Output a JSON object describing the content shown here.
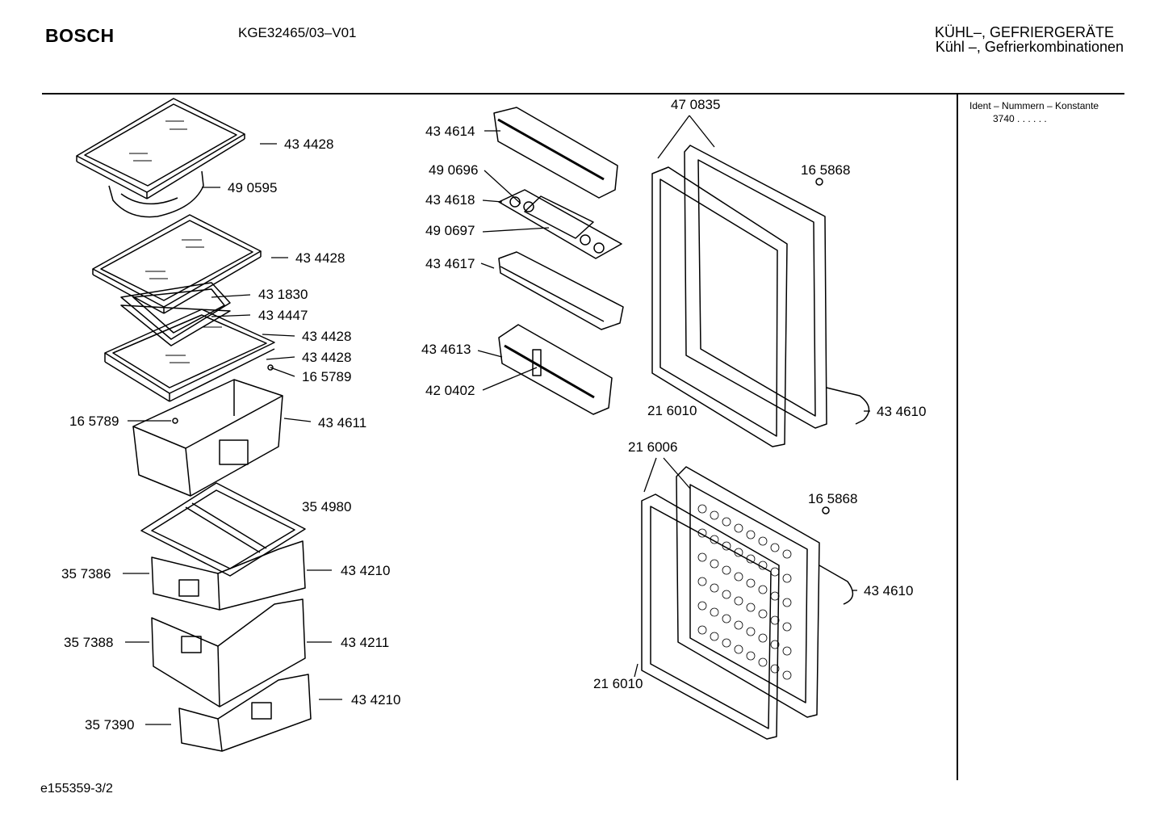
{
  "header": {
    "brand": "BOSCH",
    "model": "KGE32465/03–V01",
    "category_line1": "KÜHL–, GEFRIERGERÄTE",
    "category_line2": "Kühl –, Gefrierkombinationen"
  },
  "ident": {
    "title": "Ident – Nummern – Konstante",
    "value": "3740  .  .     .  .  .  ."
  },
  "footer": {
    "code": "e155359-3/2"
  },
  "parts": {
    "p01": "43 4428",
    "p02": "49 0595",
    "p03": "43 4428",
    "p04": "43 1830",
    "p05": "43 4447",
    "p06": "43 4428",
    "p07": "43 4428",
    "p08": "16 5789",
    "p09": "16 5789",
    "p10": "43 4611",
    "p11": "35 4980",
    "p12": "35 7386",
    "p13": "43 4210",
    "p14": "35 7388",
    "p15": "43 4211",
    "p16": "43 4210",
    "p17": "35 7390",
    "p18": "43 4614",
    "p19": "49 0696",
    "p20": "43 4618",
    "p21": "49 0697",
    "p22": "43 4617",
    "p23": "43 4613",
    "p24": "42 0402",
    "p25": "47 0835",
    "p26": "16 5868",
    "p27": "21 6010",
    "p28": "43 4610",
    "p29": "21 6006",
    "p30": "16 5868",
    "p31": "43 4610",
    "p32": "21 6010"
  }
}
